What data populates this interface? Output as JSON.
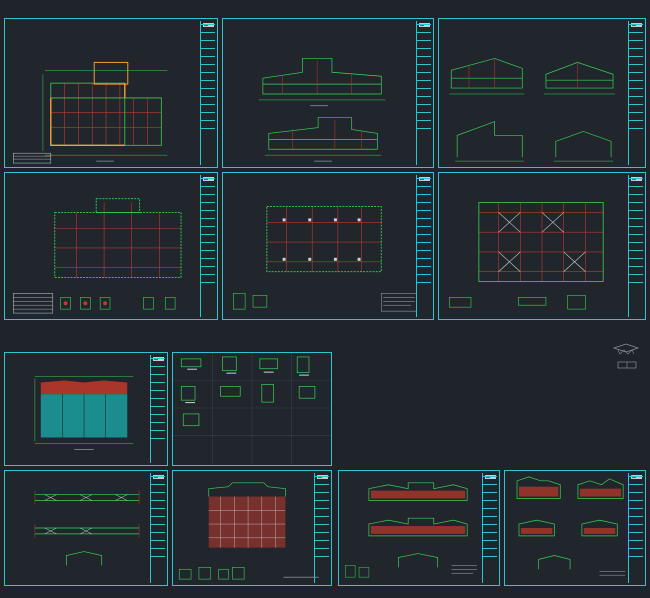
{
  "app": {
    "title": "",
    "background": "#1f232a",
    "frame_color": "#2ec4d0",
    "grid_color": "#c0392b",
    "line_color": "#39d353",
    "highlight_color": "#f0a030",
    "hatch_color": "#1aa0a0"
  },
  "viewcube": {
    "label": "",
    "icon": "viewcube-icon"
  },
  "sheets": [
    {
      "id": "s1",
      "kind": "plan",
      "caption": "",
      "interactable": true
    },
    {
      "id": "s2",
      "kind": "elevations",
      "caption": "",
      "interactable": true
    },
    {
      "id": "s3",
      "kind": "sections",
      "caption": "",
      "interactable": true
    },
    {
      "id": "s4",
      "kind": "foundation",
      "caption": "",
      "interactable": true
    },
    {
      "id": "s5",
      "kind": "column-layout",
      "caption": "",
      "interactable": true
    },
    {
      "id": "s6",
      "kind": "bracing",
      "caption": "",
      "interactable": true
    },
    {
      "id": "s7",
      "kind": "roof-plan",
      "caption": "",
      "interactable": true
    },
    {
      "id": "s8",
      "kind": "details-grid",
      "caption": "",
      "interactable": true
    },
    {
      "id": "s9",
      "kind": "frame-elevations",
      "caption": "",
      "interactable": true
    },
    {
      "id": "s10",
      "kind": "wall-elevation",
      "caption": "",
      "interactable": true
    },
    {
      "id": "s11",
      "kind": "elevations-2",
      "caption": "",
      "interactable": true
    },
    {
      "id": "s12",
      "kind": "elevations-3",
      "caption": "",
      "interactable": true
    }
  ]
}
